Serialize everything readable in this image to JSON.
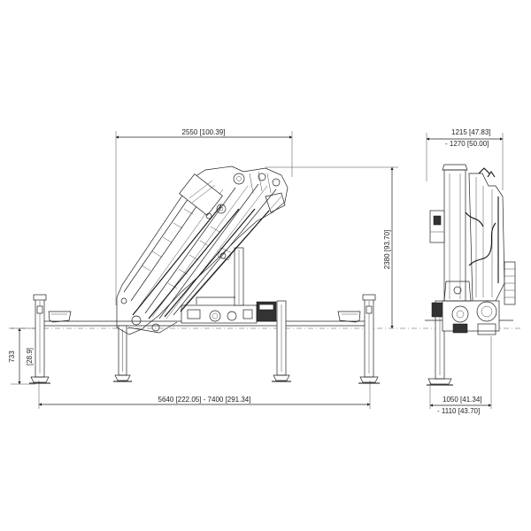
{
  "dimensions": {
    "boom_width": "2550  [100.39]",
    "total_height": "2380  [93.70]",
    "leg_height": "733",
    "leg_height_in": "[28.9]",
    "outrigger_span": "5640  [222.05]  -  7400  [291.34]",
    "side_top_1": "1215  [47.83]",
    "side_top_2": "-  1270  [50.00]",
    "side_bottom_1": "1050  [41.34]",
    "side_bottom_2": "-  1110  [43.70]"
  },
  "colors": {
    "line": "#222222",
    "background": "#ffffff"
  }
}
